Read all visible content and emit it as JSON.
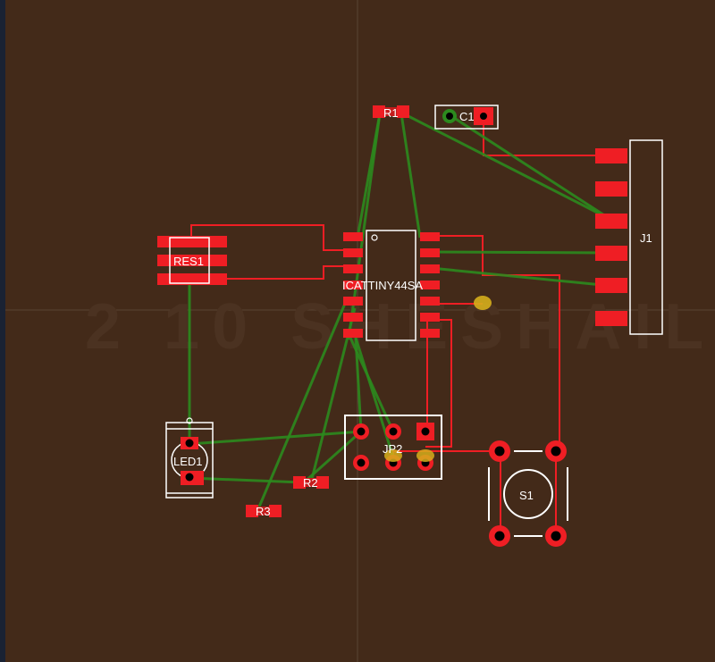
{
  "board": {
    "background": "#432a19",
    "frame_color": "#1a2233",
    "grid_color": "#5a4433",
    "copper_color": "#ef1e24",
    "airwire_color": "#2c8a1e",
    "silk_color": "#ffffff",
    "via_color": "#d6ae1c"
  },
  "components": {
    "r1": "R1",
    "c1": "C1",
    "res1": "RES1",
    "ic": "ICATTINY44SA",
    "j1": "J1",
    "jp2": "JP2",
    "led1": "LED1",
    "r2": "R2",
    "r3": "R3",
    "s1": "S1"
  },
  "watermark": "2 10 SHESHAIL"
}
